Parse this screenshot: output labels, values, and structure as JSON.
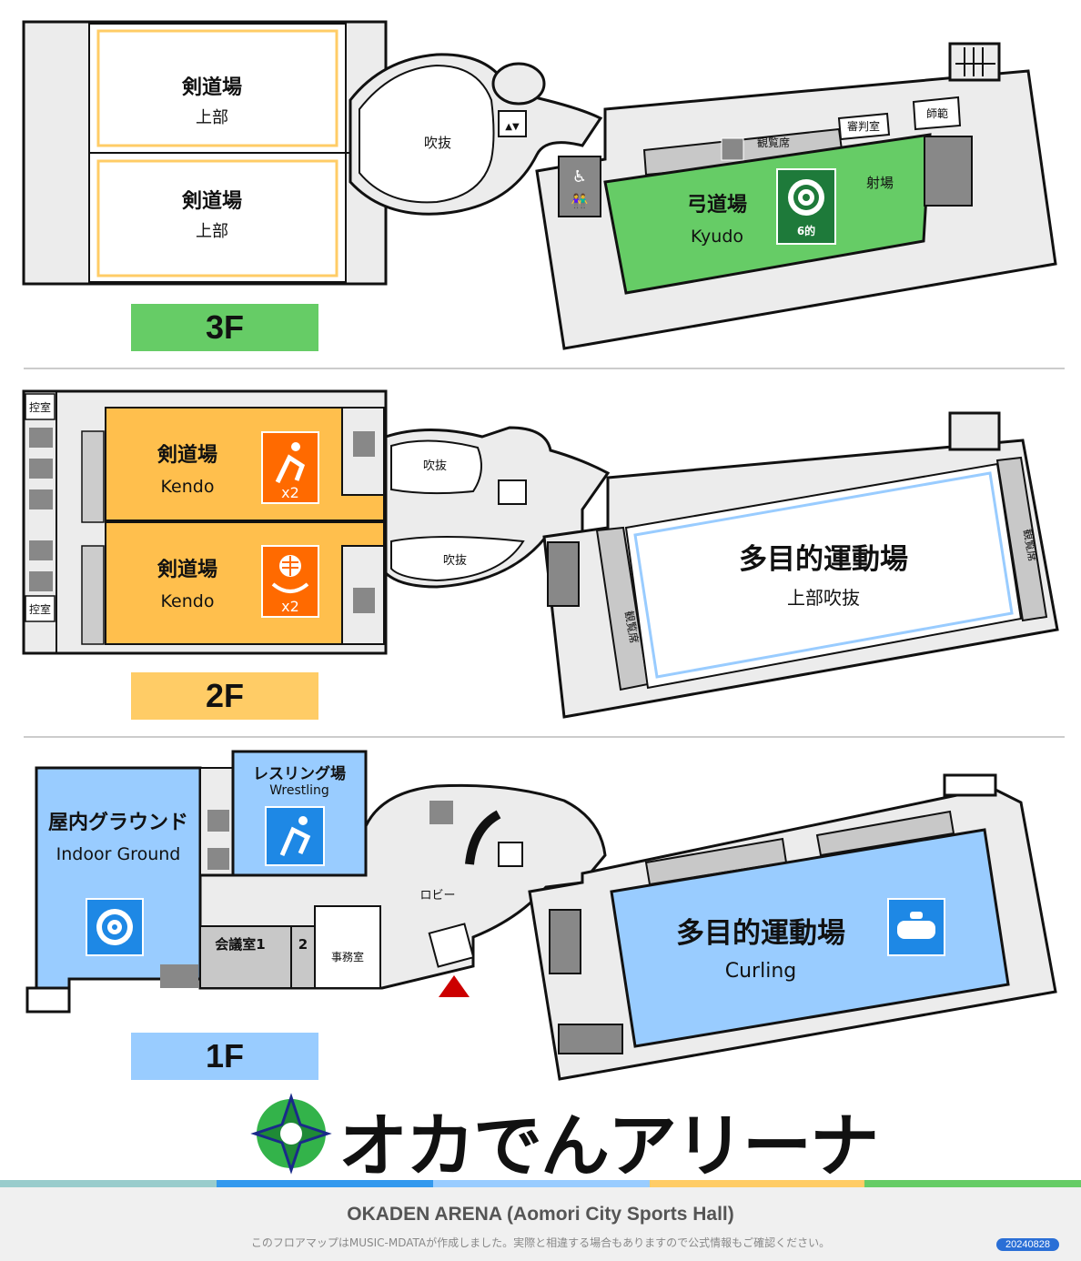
{
  "floors": {
    "f3": {
      "badge": "3F",
      "badge_color": "#66cc66",
      "kendo_upper_a": {
        "title": "剣道場",
        "sub": "上部"
      },
      "kendo_upper_b": {
        "title": "剣道場",
        "sub": "上部"
      },
      "void": "吹抜",
      "seating": "観覧席",
      "judge_room": "審判室",
      "instructor": "師範",
      "shooting_range": "射場",
      "kyudo": {
        "title": "弓道場",
        "sub": "Kyudo",
        "targets": "6的"
      }
    },
    "f2": {
      "badge": "2F",
      "badge_color": "#ffcc66",
      "waiting_room_top": "控室",
      "waiting_room_bottom": "控室",
      "kendo_a": {
        "title": "剣道場",
        "sub": "Kendo",
        "count": "x2"
      },
      "kendo_b": {
        "title": "剣道場",
        "sub": "Kendo",
        "count": "x2"
      },
      "void_top": "吹抜",
      "void_bottom": "吹抜",
      "seating_left": "観覧席",
      "seating_right": "観覧席",
      "multi": {
        "title": "多目的運動場",
        "sub": "上部吹抜"
      }
    },
    "f1": {
      "badge": "1F",
      "badge_color": "#99ccff",
      "indoor_ground": {
        "title": "屋内グラウンド",
        "sub": "Indoor Ground"
      },
      "wrestling": {
        "title": "レスリング場",
        "sub": "Wrestling"
      },
      "lobby": "ロビー",
      "meeting1": "会議室1",
      "meeting2": "2",
      "office": "事務室",
      "multi": {
        "title": "多目的運動場",
        "sub": "Curling"
      }
    }
  },
  "logo": {
    "name": "オカでんアリーナ"
  },
  "footer": {
    "title": "OKADEN ARENA (Aomori City Sports Hall)",
    "note": "このフロアマップはMUSIC-MDATAが作成しました。実際と相違する場合もありますので公式情報もご確認ください。",
    "date": "20240828",
    "strip_colors": [
      "#99cccc",
      "#3399ee",
      "#99ccff",
      "#ffcc66",
      "#66cc66"
    ]
  },
  "colors": {
    "kyudo": "#66cc66",
    "kendo": "#ffbf4d",
    "curling": "#99ccff",
    "icon_orange": "#ff6a00",
    "icon_blue": "#1e88e5",
    "icon_green": "#1e7a3a",
    "entrance": "#cc0000"
  }
}
